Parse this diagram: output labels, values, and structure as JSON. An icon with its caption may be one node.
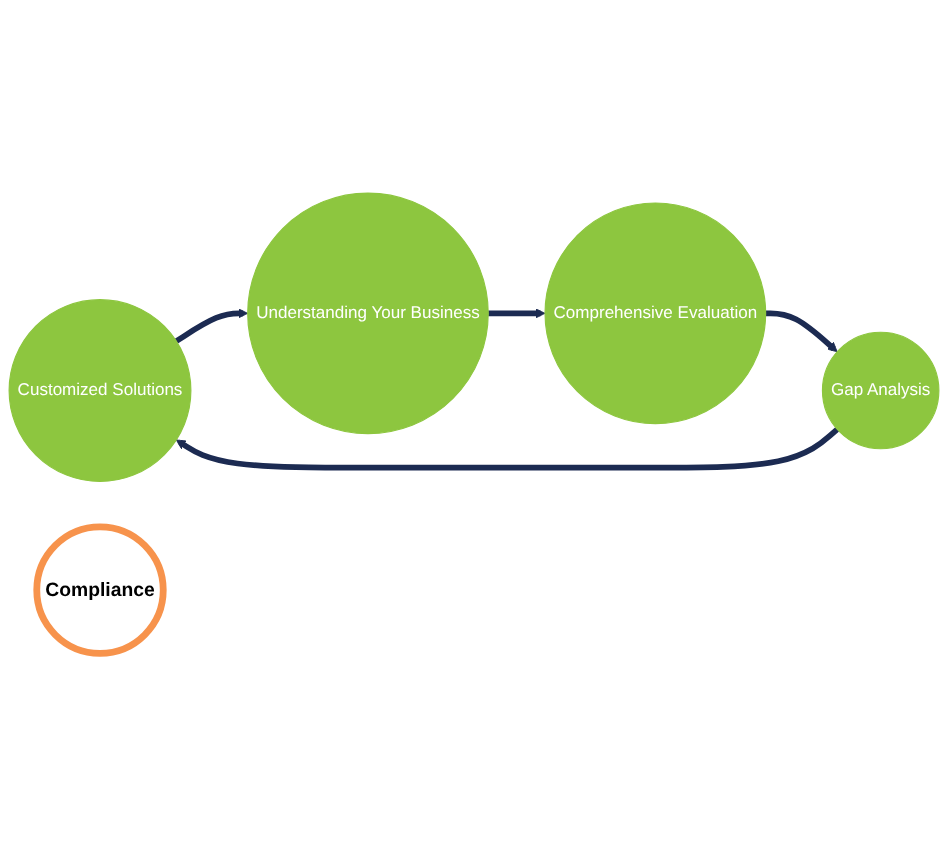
{
  "diagram": {
    "nodes": [
      {
        "text": [
          "Customized Solutions"
        ]
      },
      {
        "text": [
          "Understanding Your Business"
        ]
      },
      {
        "text": [
          "Comprehensive Evaluation"
        ]
      },
      {
        "text": [
          "Gap Analysis"
        ]
      },
      {
        "text": [
          "Compliance"
        ]
      }
    ],
    "edges": [
      {
        "from": 0,
        "to": 1,
        "arrow": "to"
      },
      {
        "from": 1,
        "to": 2,
        "arrow": "to"
      },
      {
        "from": 2,
        "to": 3,
        "arrow": "to"
      },
      {
        "from": 3,
        "to": 0,
        "arrow": "to"
      }
    ]
  }
}
